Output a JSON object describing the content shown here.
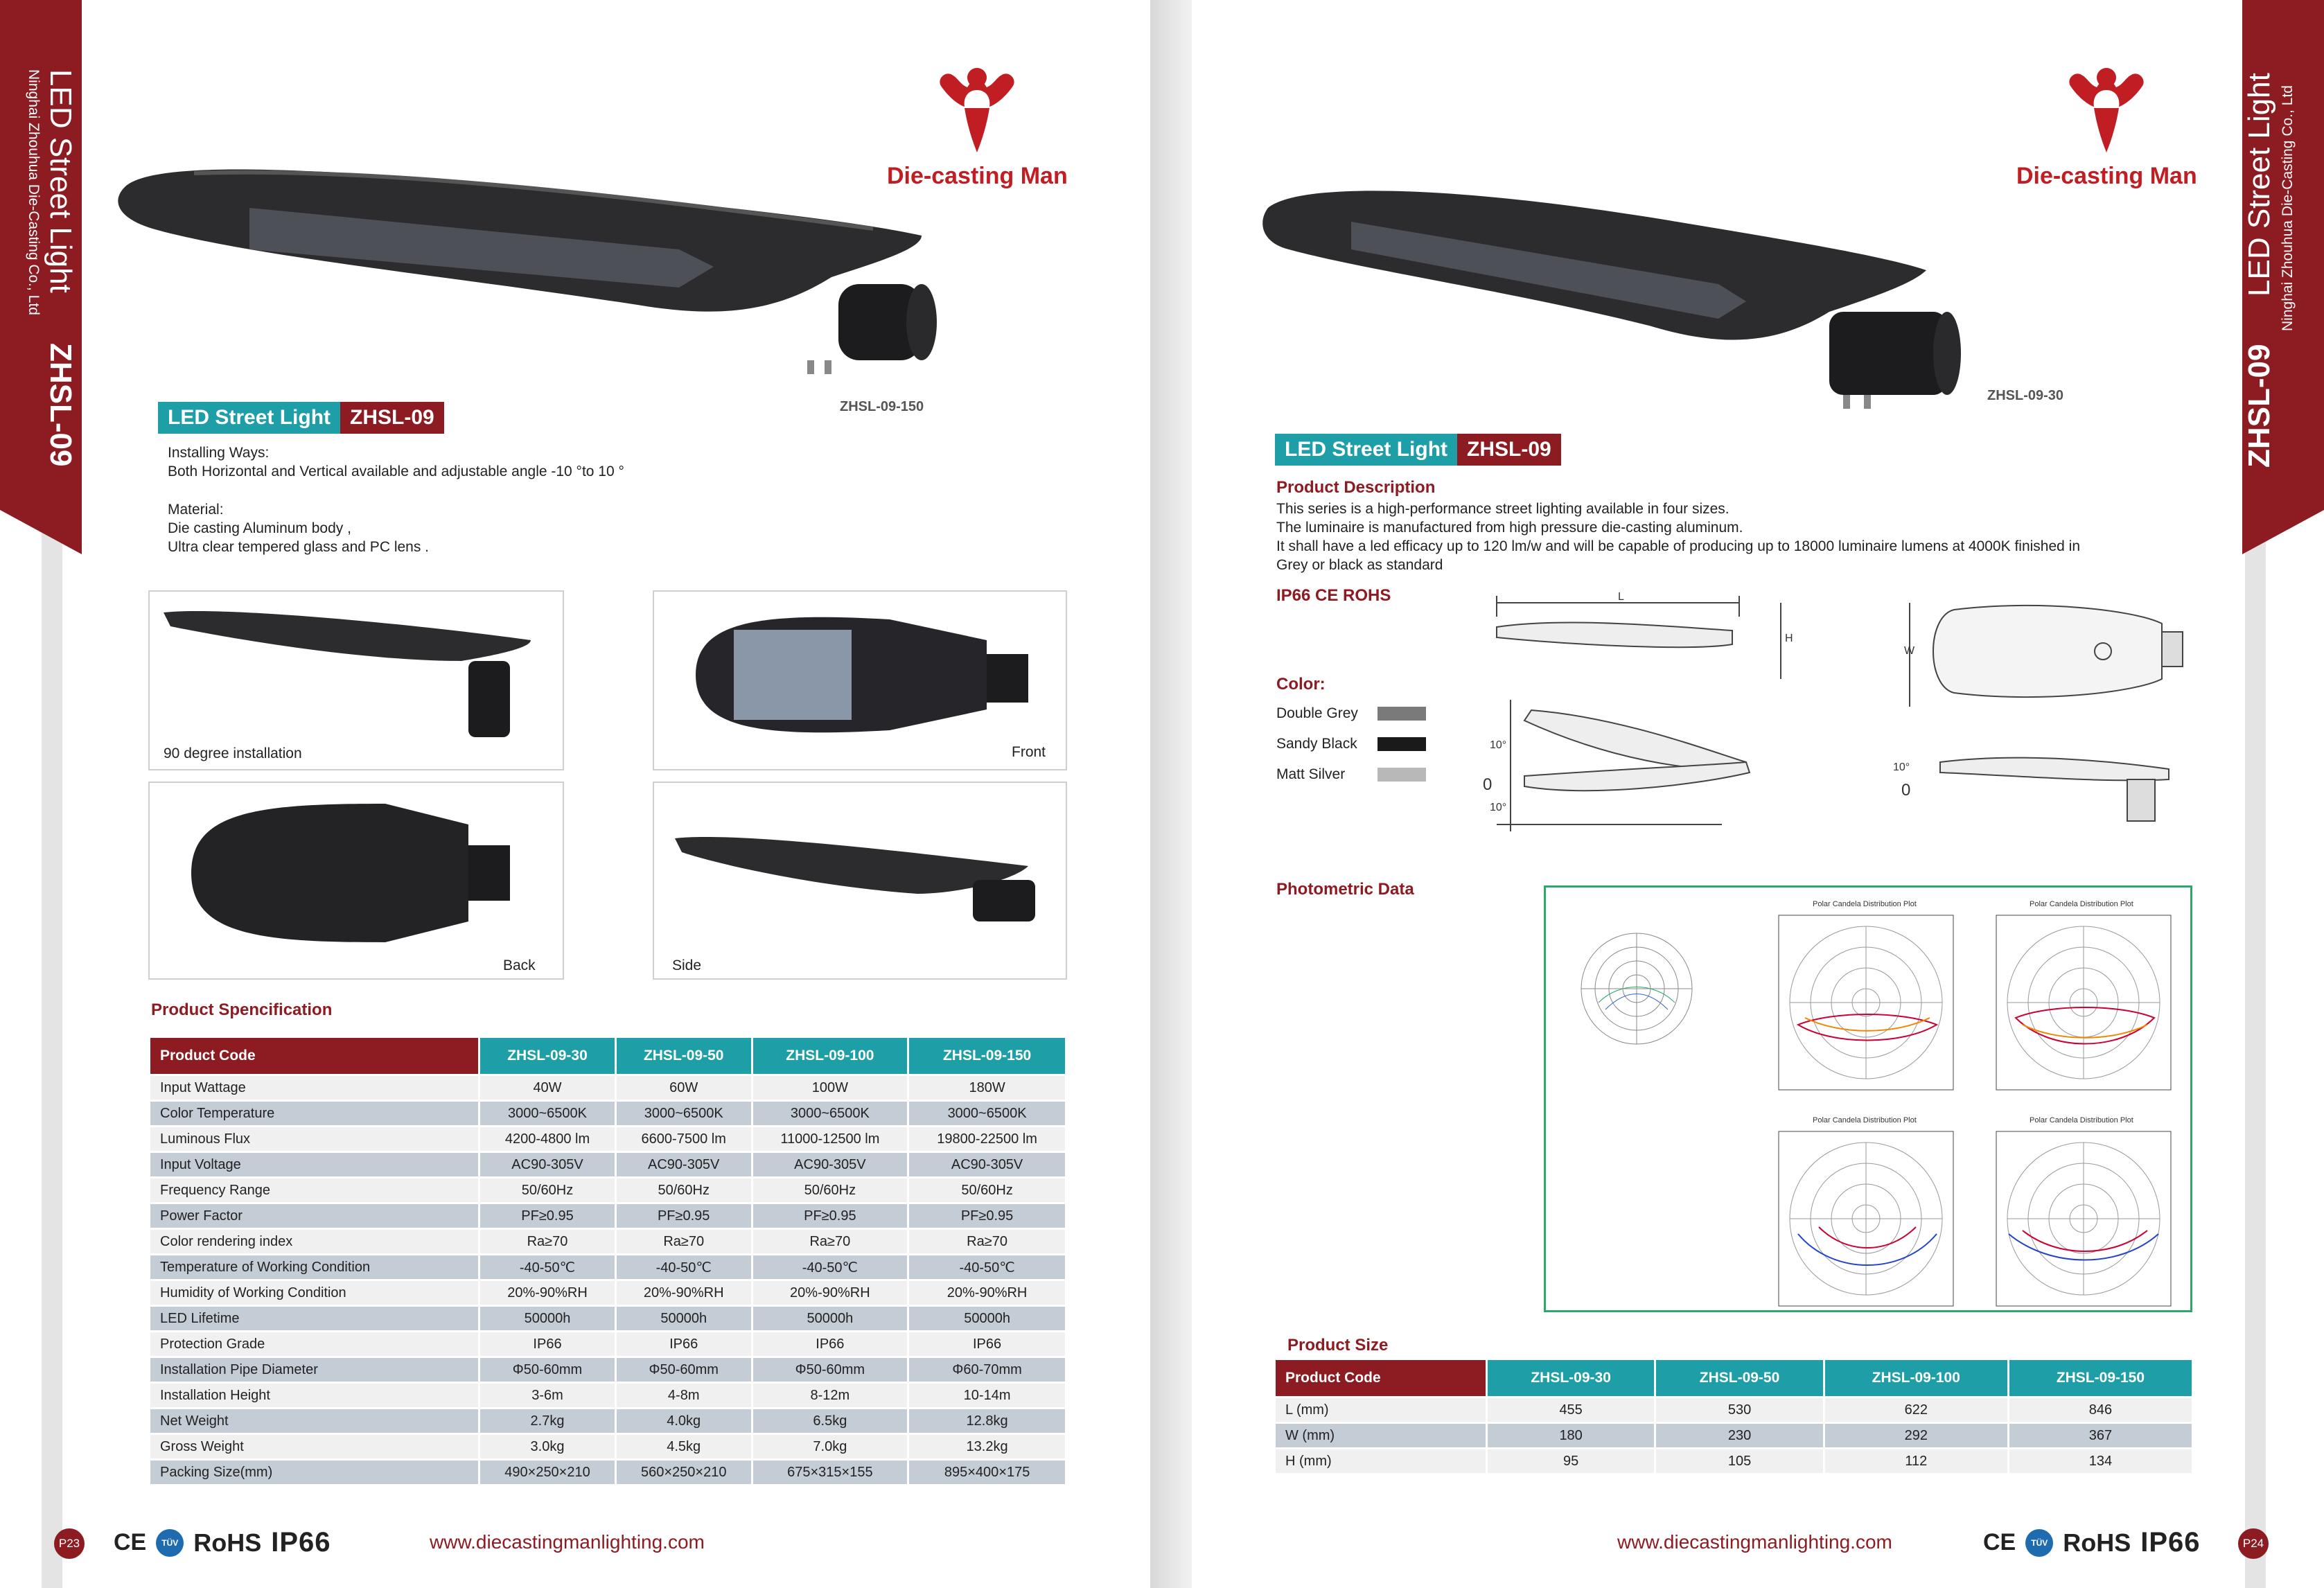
{
  "brand": {
    "name": "Die-casting Man",
    "color": "#c01e22"
  },
  "spine": {
    "title": "LED Street Light",
    "company": "Ninghai Zhouhua Die-Casting Co., Ltd",
    "model": "ZHSL-09"
  },
  "left_page": {
    "model_label": "ZHSL-09-150",
    "title_a": "LED Street Light",
    "title_b": "ZHSL-09",
    "installing_heading": "Installing Ways:",
    "installing_text": "Both Horizontal and Vertical available and adjustable angle -10 °to 10 °",
    "material_heading": "Material:",
    "material_line1": "Die casting Aluminum body ,",
    "material_line2": "Ultra clear tempered glass and PC lens .",
    "photos": {
      "p1": "90 degree installation",
      "p2": "Front",
      "p3": "Back",
      "p4": "Side"
    },
    "spec_heading": "Product  Spencification",
    "spec_table": {
      "header": [
        "Product  Code",
        "ZHSL-09-30",
        "ZHSL-09-50",
        "ZHSL-09-100",
        "ZHSL-09-150"
      ],
      "rows": [
        [
          "Input Wattage",
          "40W",
          "60W",
          "100W",
          "180W"
        ],
        [
          "Color Temperature",
          "3000~6500K",
          "3000~6500K",
          "3000~6500K",
          "3000~6500K"
        ],
        [
          "Luminous Flux",
          "4200-4800 lm",
          "6600-7500 lm",
          "11000-12500 lm",
          "19800-22500 lm"
        ],
        [
          "Input Voltage",
          "AC90-305V",
          "AC90-305V",
          "AC90-305V",
          "AC90-305V"
        ],
        [
          "Frequency Range",
          "50/60Hz",
          "50/60Hz",
          "50/60Hz",
          "50/60Hz"
        ],
        [
          "Power Factor",
          "PF≥0.95",
          "PF≥0.95",
          "PF≥0.95",
          "PF≥0.95"
        ],
        [
          "Color rendering index",
          "Ra≥70",
          "Ra≥70",
          "Ra≥70",
          "Ra≥70"
        ],
        [
          "Temperature of Working Condition",
          "-40-50℃",
          "-40-50℃",
          "-40-50℃",
          "-40-50℃"
        ],
        [
          "Humidity of Working Condition",
          "20%-90%RH",
          "20%-90%RH",
          "20%-90%RH",
          "20%-90%RH"
        ],
        [
          "LED Lifetime",
          "50000h",
          "50000h",
          "50000h",
          "50000h"
        ],
        [
          "Protection Grade",
          "IP66",
          "IP66",
          "IP66",
          "IP66"
        ],
        [
          "Installation Pipe Diameter",
          "Φ50-60mm",
          "Φ50-60mm",
          "Φ50-60mm",
          "Φ60-70mm"
        ],
        [
          "Installation Height",
          "3-6m",
          "4-8m",
          "8-12m",
          "10-14m"
        ],
        [
          "Net Weight",
          "2.7kg",
          "4.0kg",
          "6.5kg",
          "12.8kg"
        ],
        [
          "Gross Weight",
          "3.0kg",
          "4.5kg",
          "7.0kg",
          "13.2kg"
        ],
        [
          "Packing Size(mm)",
          "490×250×210",
          "560×250×210",
          "675×315×155",
          "895×400×175"
        ]
      ]
    },
    "page_number": "P23",
    "website": "www.diecastingmanlighting.com"
  },
  "right_page": {
    "model_label": "ZHSL-09-30",
    "title_a": "LED Street Light",
    "title_b": "ZHSL-09",
    "desc_heading": "Product Description",
    "desc_line1": "This series is a high-performance street lighting available in four sizes.",
    "desc_line2": "The luminaire is manufactured from high pressure die-casting aluminum.",
    "desc_line3": "It shall have a led efficacy up to 120 lm/w and will be capable of producing up to 18000 luminaire lumens at 4000K finished in",
    "desc_line4": "Grey or black as standard",
    "cert_heading": "IP66  CE  ROHS",
    "color_heading": "Color:",
    "colors": [
      {
        "name": "Double Grey",
        "hex": "#7a7a7a"
      },
      {
        "name": "Sandy Black",
        "hex": "#1a1a1a"
      },
      {
        "name": "Matt Silver",
        "hex": "#b8b8b8"
      }
    ],
    "dims": {
      "L": "L",
      "H": "H",
      "W": "W",
      "a1": "10°",
      "a2": "0",
      "a3": "10°",
      "a4": "10°",
      "a5": "0"
    },
    "photometric_heading": "Photometric Data",
    "plot_title": "Polar Candela Distribution Plot",
    "size_heading": "Product  Size",
    "size_table": {
      "header": [
        "Product  Code",
        "ZHSL-09-30",
        "ZHSL-09-50",
        "ZHSL-09-100",
        "ZHSL-09-150"
      ],
      "rows": [
        [
          "L (mm)",
          "455",
          "530",
          "622",
          "846"
        ],
        [
          "W (mm)",
          "180",
          "230",
          "292",
          "367"
        ],
        [
          "H (mm)",
          "95",
          "105",
          "112",
          "134"
        ]
      ]
    },
    "page_number": "P24",
    "website": "www.diecastingmanlighting.com"
  },
  "certs": {
    "ce": "CE",
    "tuv": "TÜV",
    "rohs": "RoHS",
    "ip": "IP66"
  }
}
